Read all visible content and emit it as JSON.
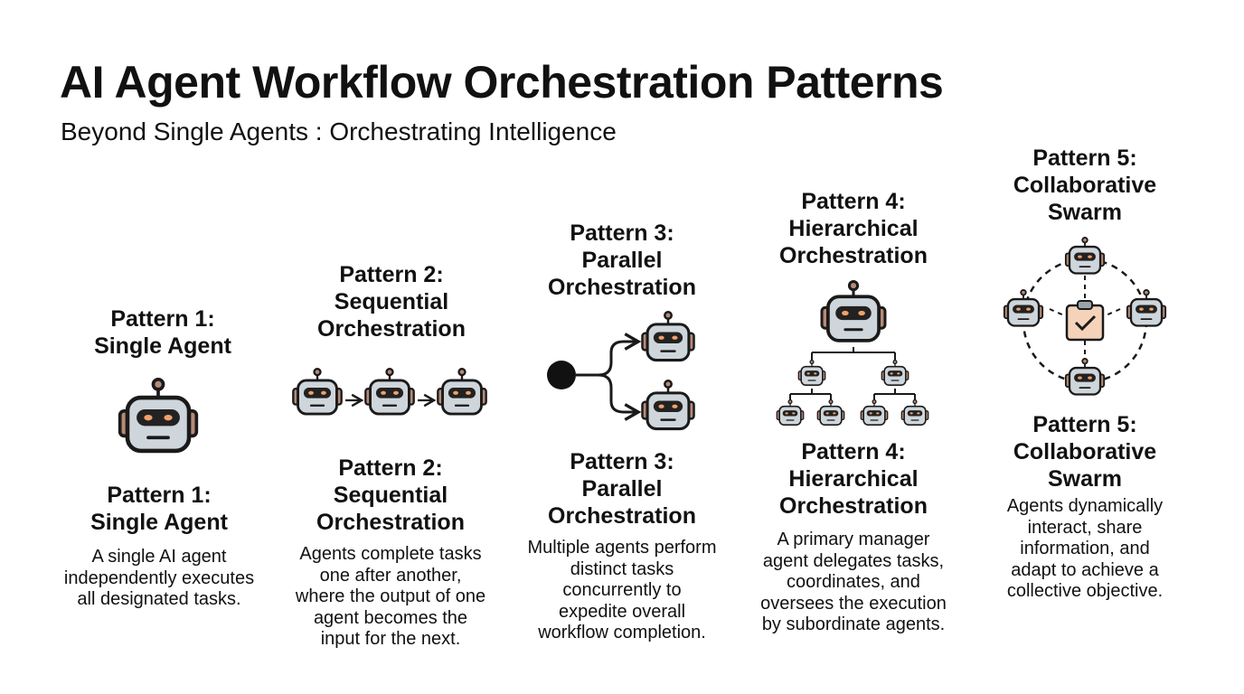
{
  "header": {
    "title": "AI Agent Workflow Orchestration Patterns",
    "subtitle": "Beyond Single Agents : Orchestrating Intelligence"
  },
  "colors": {
    "robot_body": "#cfd6db",
    "robot_outline": "#1a1a1a",
    "robot_ear": "#b78a78",
    "robot_eye": "#f2a06a",
    "task_card": "#f4d3ba",
    "text": "#111111"
  },
  "patterns": [
    {
      "top_title": [
        "Pattern 1:",
        "Single Agent"
      ],
      "bottom_title": [
        "Pattern 1:",
        "Single Agent"
      ],
      "description": [
        "A single AI agent",
        "independently executes",
        "all designated tasks."
      ],
      "icons": [
        "robot-icon"
      ]
    },
    {
      "top_title": [
        "Pattern 2:",
        "Sequential",
        "Orchestration"
      ],
      "bottom_title": [
        "Pattern 2:",
        "Sequential",
        "Orchestration"
      ],
      "description": [
        "Agents complete tasks",
        "one after another,",
        "where the output of one",
        "agent becomes the",
        "input for the next."
      ],
      "icons": [
        "robot-icon",
        "arrow-right-icon"
      ]
    },
    {
      "top_title": [
        "Pattern 3:",
        "Parallel",
        "Orchestration"
      ],
      "bottom_title": [
        "Pattern 3:",
        "Parallel",
        "Orchestration"
      ],
      "description": [
        "Multiple agents perform",
        "distinct tasks",
        "concurrently to",
        "expedite overall",
        "workflow completion."
      ],
      "icons": [
        "start-node-icon",
        "branch-arrow-icon",
        "robot-icon"
      ]
    },
    {
      "top_title": [
        "Pattern 4:",
        "Hierarchical",
        "Orchestration"
      ],
      "bottom_title": [
        "Pattern 4:",
        "Hierarchical",
        "Orchestration"
      ],
      "description": [
        "A primary manager",
        "agent delegates tasks,",
        "coordinates, and",
        "oversees the execution",
        "by subordinate agents."
      ],
      "icons": [
        "robot-icon",
        "tree-connector-icon"
      ]
    },
    {
      "top_title": [
        "Pattern 5:",
        "Collaborative",
        "Swarm"
      ],
      "bottom_title": [
        "Pattern 5:",
        "Collaborative",
        "Swarm"
      ],
      "description": [
        "Agents dynamically",
        "interact, share",
        "information, and",
        "adapt to achieve a",
        "collective objective."
      ],
      "icons": [
        "robot-icon",
        "clipboard-check-icon",
        "dashed-circle-icon"
      ]
    }
  ]
}
